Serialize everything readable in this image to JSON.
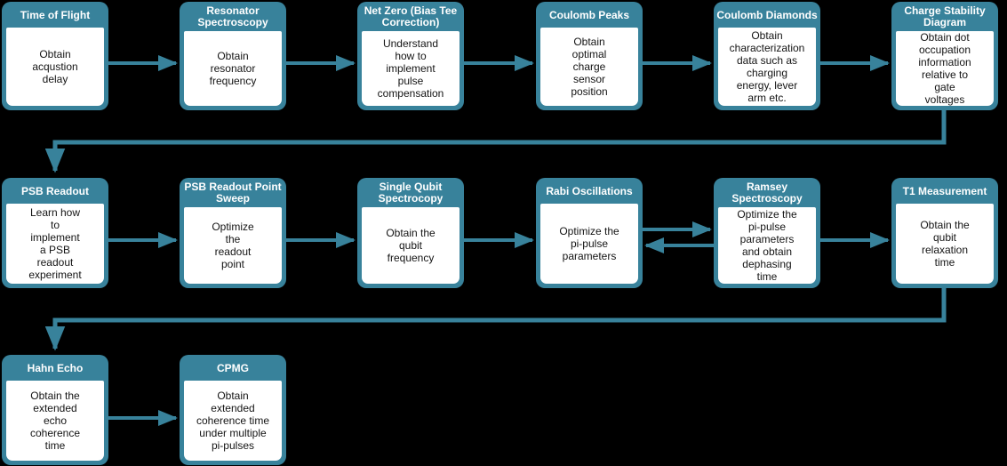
{
  "theme": {
    "accent_teal": "#38829B",
    "box_background": "#ffffff",
    "title_text_color": "#ffffff",
    "body_text_color": "#141414",
    "page_background": "#000000"
  },
  "flowchart": {
    "nodes": [
      {
        "id": "time-of-flight",
        "title": "Time of Flight",
        "body": "Obtain\nacqustion\ndelay"
      },
      {
        "id": "resonator-spectroscopy",
        "title": "Resonator\nSpectroscopy",
        "body": "Obtain\nresonator\nfrequency"
      },
      {
        "id": "net-zero-bias-tee-correction",
        "title": "Net Zero (Bias Tee\nCorrection)",
        "body": "Understand\nhow to\nimplement\npulse\ncompensation"
      },
      {
        "id": "coulomb-peaks",
        "title": "Coulomb Peaks",
        "body": "Obtain\noptimal\ncharge\nsensor\nposition"
      },
      {
        "id": "coulomb-diamonds",
        "title": "Coulomb Diamonds",
        "body": "Obtain\ncharacterization\ndata such as\ncharging\nenergy, lever\narm etc."
      },
      {
        "id": "charge-stability-diagram",
        "title": "Charge Stability\nDiagram",
        "body": "Obtain dot\noccupation\ninformation\nrelative to\ngate\nvoltages"
      },
      {
        "id": "psb-readout",
        "title": "PSB Readout",
        "body": "Learn how\nto\nimplement\na PSB\nreadout\nexperiment"
      },
      {
        "id": "psb-readout-point-sweep",
        "title": "PSB Readout Point\nSweep",
        "body": "Optimize\nthe\nreadout\npoint"
      },
      {
        "id": "single-qubit-spectroscopy",
        "title": "Single Qubit\nSpectrocopy",
        "body": "Obtain the\nqubit\nfrequency"
      },
      {
        "id": "rabi-oscillations",
        "title": "Rabi Oscillations",
        "body": "Optimize the\npi-pulse\nparameters"
      },
      {
        "id": "ramsey-spectroscopy",
        "title": "Ramsey\nSpectroscopy",
        "body": "Optimize the\npi-pulse\nparameters\nand obtain\ndephasing\ntime"
      },
      {
        "id": "t1-measurement",
        "title": "T1 Measurement",
        "body": "Obtain the\nqubit\nrelaxation\ntime"
      },
      {
        "id": "hahn-echo",
        "title": "Hahn Echo",
        "body": "Obtain the\nextended\necho\ncoherence\ntime"
      },
      {
        "id": "cpmg",
        "title": "CPMG",
        "body": "Obtain\nextended\ncoherence time\nunder multiple\npi-pulses"
      }
    ],
    "connections": [
      {
        "from": "time-of-flight",
        "to": "resonator-spectroscopy"
      },
      {
        "from": "resonator-spectroscopy",
        "to": "net-zero-bias-tee-correction"
      },
      {
        "from": "net-zero-bias-tee-correction",
        "to": "coulomb-peaks"
      },
      {
        "from": "coulomb-peaks",
        "to": "coulomb-diamonds"
      },
      {
        "from": "coulomb-diamonds",
        "to": "charge-stability-diagram"
      },
      {
        "from": "charge-stability-diagram",
        "to": "psb-readout"
      },
      {
        "from": "psb-readout",
        "to": "psb-readout-point-sweep"
      },
      {
        "from": "psb-readout-point-sweep",
        "to": "single-qubit-spectroscopy"
      },
      {
        "from": "single-qubit-spectroscopy",
        "to": "rabi-oscillations"
      },
      {
        "from": "rabi-oscillations",
        "to": "ramsey-spectroscopy"
      },
      {
        "from": "ramsey-spectroscopy",
        "to": "rabi-oscillations"
      },
      {
        "from": "ramsey-spectroscopy",
        "to": "t1-measurement"
      },
      {
        "from": "t1-measurement",
        "to": "hahn-echo"
      },
      {
        "from": "hahn-echo",
        "to": "cpmg"
      }
    ]
  }
}
